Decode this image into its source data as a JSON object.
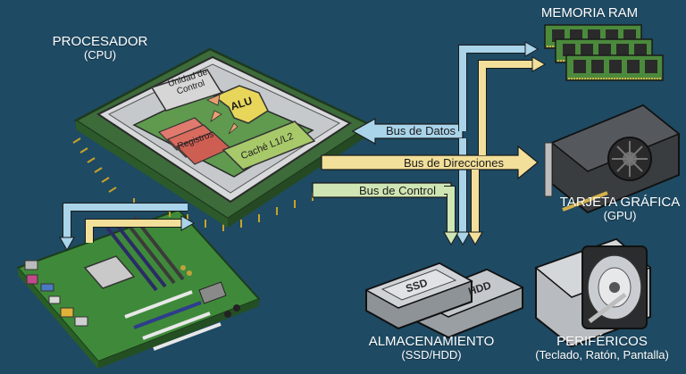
{
  "labels": {
    "cpu_title": "PROCESADOR",
    "cpu_sub": "(CPU)",
    "ram_title": "MEMORIA RAM",
    "gpu_title": "TARJETA GRÁFICA",
    "gpu_sub": "(GPU)",
    "storage_title": "ALMACENAMIENTO",
    "storage_sub": "(SSD/HDD)",
    "periph_title": "PERIFÉRICOS",
    "periph_sub": "(Teclado, Ratón, Pantalla)"
  },
  "cpu_parts": {
    "control_unit_line1": "Unidad de",
    "control_unit_line2": "Control",
    "alu": "ALU",
    "registers": "Registros",
    "cache": "Caché L1/L2"
  },
  "buses": {
    "data": "Bus de Datos",
    "address": "Bus de Direcciones",
    "control": "Bus de Control"
  },
  "drives": {
    "ssd": "SSD",
    "hdd": "HDD"
  },
  "colors": {
    "background": "#1e4a63",
    "data_bus": "#a9d4ea",
    "address_bus": "#f2df9a",
    "control_bus": "#cfe6b4",
    "pcb_green": "#3f8a3a"
  }
}
